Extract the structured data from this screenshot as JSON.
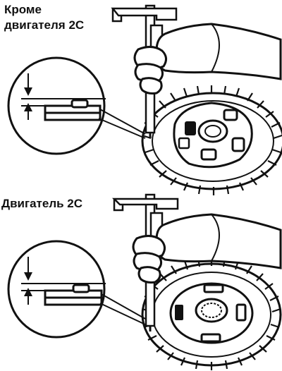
{
  "figure": {
    "top_caption_line1": "Кроме",
    "top_caption_line2": "двигателя 2С",
    "bottom_caption": "Двигатель 2С"
  },
  "icons": {
    "caliper": "vernier-caliper-icon",
    "hand": "hand-icon",
    "disc": "clutch-disc-icon",
    "detail": "rivet-depth-detail-icon"
  },
  "colors": {
    "ink": "#111111",
    "paper": "#ffffff"
  }
}
